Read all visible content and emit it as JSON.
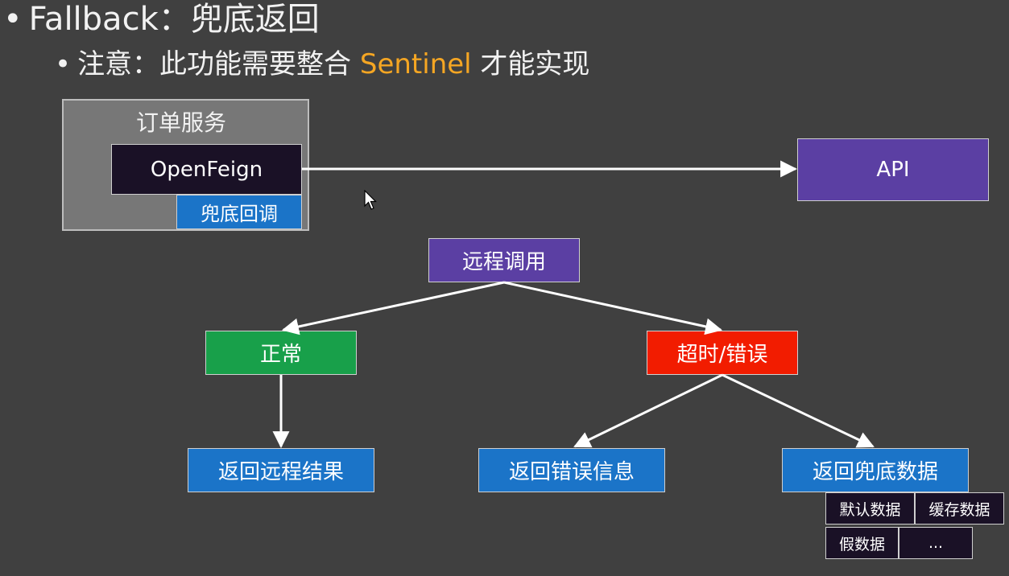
{
  "heading": {
    "bullet_glyph": "•",
    "main": "Fallback：兜底返回",
    "sub_prefix": "注意：此功能需要整合 ",
    "sub_accent": "Sentinel",
    "sub_suffix": " 才能实现"
  },
  "diagram": {
    "service_label": "订单服务",
    "openfeign_label": "OpenFeign",
    "fallback_callback_label": "兜底回调",
    "api_label": "API",
    "remote_call_label": "远程调用",
    "normal_label": "正常",
    "timeout_error_label": "超时/错误",
    "return_remote_result_label": "返回远程结果",
    "return_error_info_label": "返回错误信息",
    "return_fallback_data_label": "返回兜底数据",
    "fallback_options": {
      "default_data": "默认数据",
      "cached_data": "缓存数据",
      "fake_data": "假数据",
      "more": "..."
    }
  },
  "colors": {
    "background": "#404040",
    "accent": "#f5a623",
    "purple": "#5b3fa3",
    "green": "#18a04a",
    "red": "#f21c00",
    "blue": "#1b74c8",
    "dark": "#1a1126"
  }
}
